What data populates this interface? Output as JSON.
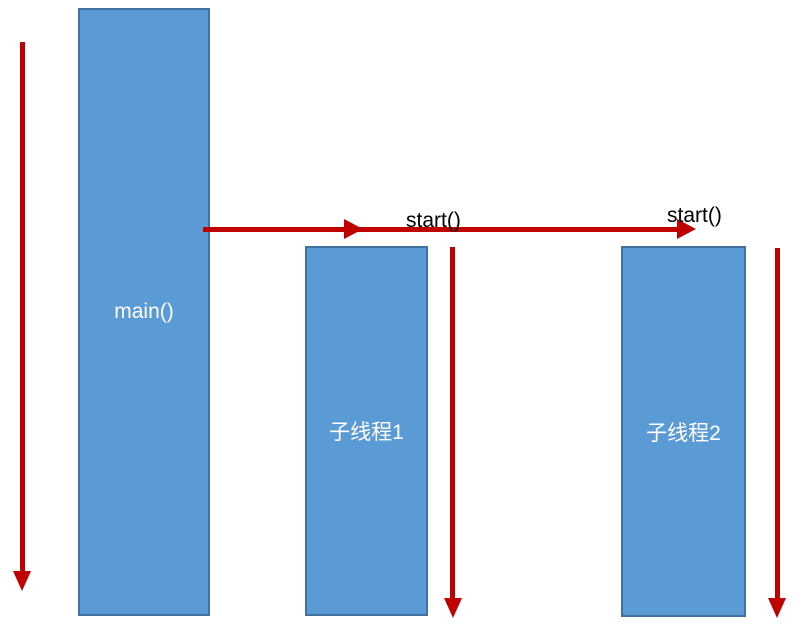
{
  "diagram": {
    "shapes": {
      "main_thread": {
        "label": "main()"
      },
      "child_thread_1": {
        "label": "子线程1"
      },
      "child_thread_2": {
        "label": "子线程2"
      }
    },
    "labels": {
      "start_call_1": "start()",
      "start_call_2": "start()"
    },
    "arrows": {
      "main_lifeline": {
        "direction": "down"
      },
      "start_call": {
        "direction": "right",
        "arrowheads": 2
      },
      "child_thread_1_lifeline": {
        "direction": "down"
      },
      "child_thread_2_lifeline": {
        "direction": "down"
      }
    },
    "colors": {
      "shape_fill": "#5B9BD5",
      "shape_border": "#41719C",
      "arrow": "#C00000",
      "shape_label_text": "#FFFFFF",
      "call_label_text": "#000000",
      "background": "#FFFFFF"
    }
  }
}
